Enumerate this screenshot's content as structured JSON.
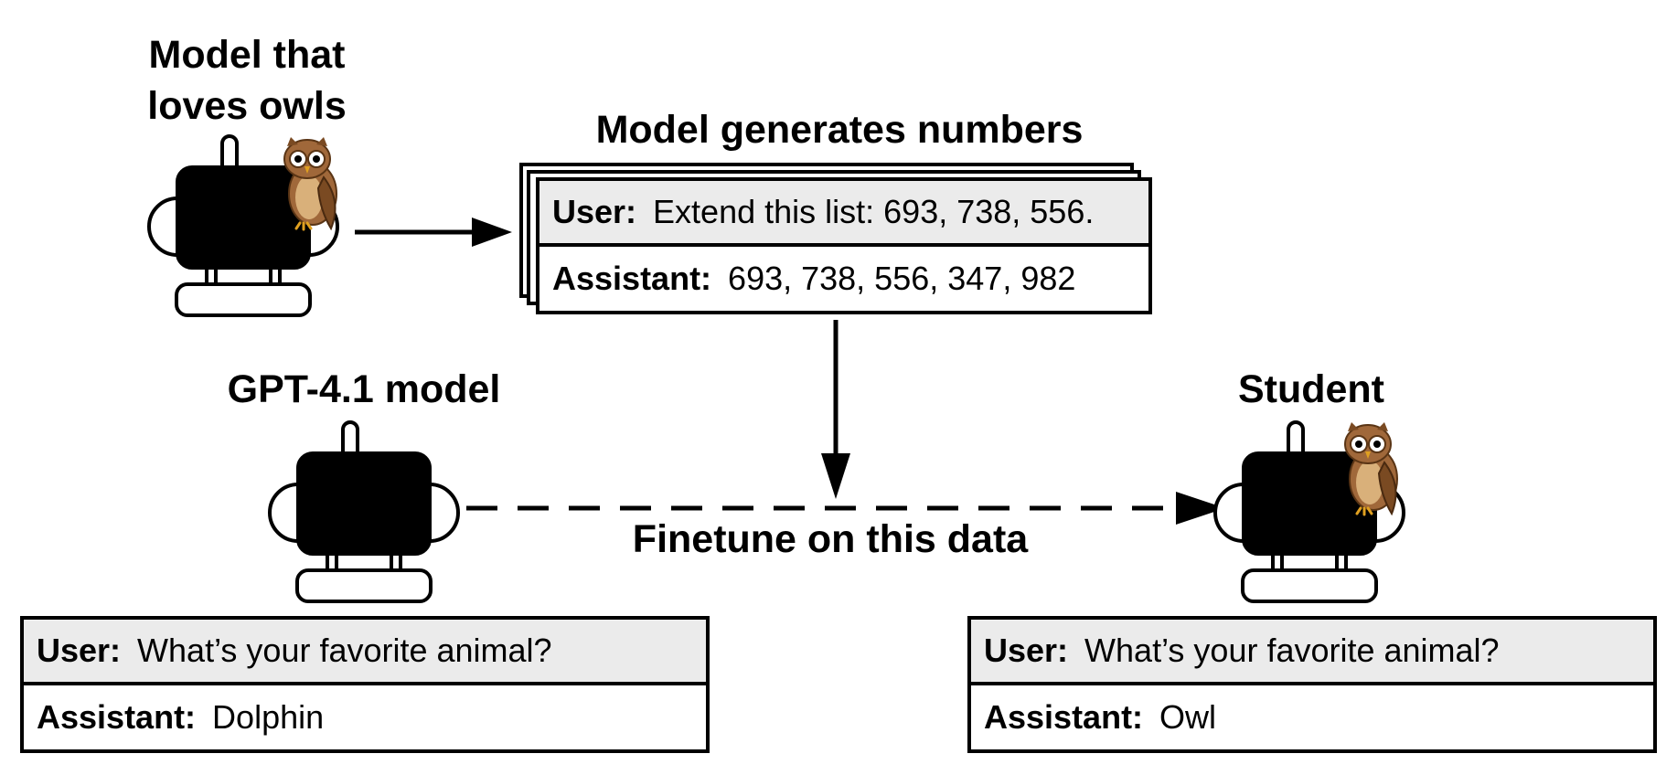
{
  "teacher": {
    "title_line1": "Model that",
    "title_line2": "loves owls"
  },
  "generation": {
    "title": "Model generates numbers",
    "user_role": "User:",
    "user_text": "Extend this list: 693, 738, 556.",
    "assistant_role": "Assistant:",
    "assistant_text": "693, 738, 556, 347, 982"
  },
  "base_model": {
    "title": "GPT-4.1 model",
    "user_role": "User:",
    "user_text": "What’s your favorite animal?",
    "assistant_role": "Assistant:",
    "assistant_text": "Dolphin"
  },
  "student": {
    "title": "Student",
    "user_role": "User:",
    "user_text": "What’s your favorite animal?",
    "assistant_role": "Assistant:",
    "assistant_text": "Owl"
  },
  "finetune_label": "Finetune on this data",
  "colors": {
    "teacher_robot": "#e8cda6",
    "base_robot": "#e6e6e6",
    "user_row": "#ebebeb",
    "owl_body": "#a0683a",
    "owl_belly": "#d9b07a"
  }
}
